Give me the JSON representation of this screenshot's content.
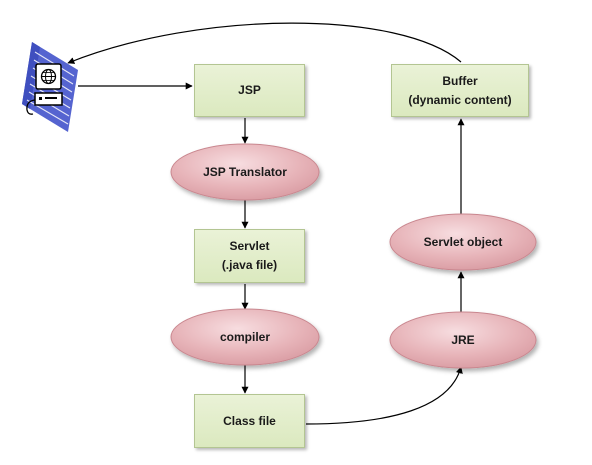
{
  "nodes": {
    "jsp": {
      "label": "JSP"
    },
    "buffer": {
      "line1": "Buffer",
      "line2": "(dynamic content)"
    },
    "jsp_translator": {
      "label": "JSP  Translator"
    },
    "servlet": {
      "line1": "Servlet",
      "line2": "(.java file)"
    },
    "compiler": {
      "label": "compiler"
    },
    "class_file": {
      "label": "Class file"
    },
    "jre": {
      "label": "JRE"
    },
    "servlet_object": {
      "label": "Servlet object"
    }
  },
  "icons": {
    "client": "computer-terminal-icon"
  },
  "colors": {
    "box_fill": "#dbe9bf",
    "box_border": "#b3c592",
    "ellipse_fill": "#e7b4b9",
    "client_blue": "#5564d0",
    "arrow": "#000000"
  }
}
